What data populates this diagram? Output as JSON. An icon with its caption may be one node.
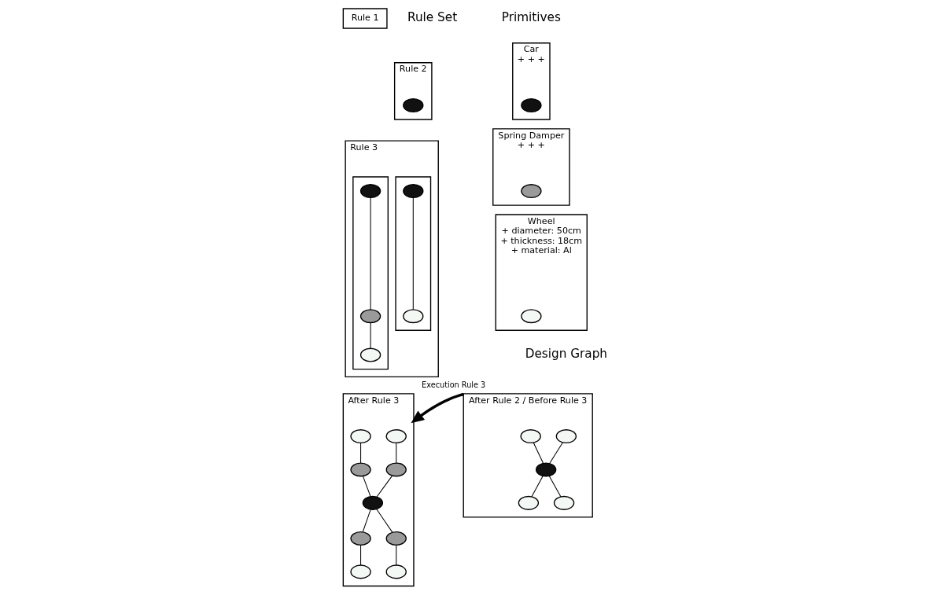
{
  "diagram": {
    "nodes": [
      {
        "text": [
          "Car",
          "+ + +"
        ]
      },
      {
        "text": [],
        "shape": "circle",
        "in": 0
      },
      {
        "text": [
          "Spring Damper",
          "+ + +"
        ]
      },
      {
        "text": [],
        "shape": "circle",
        "in": 2
      },
      {
        "text": [
          "Wheel",
          "+ diameter: 50cm",
          "+ thickness: 18cm",
          "+ material: Al"
        ]
      },
      {
        "text": [],
        "shape": "circle",
        "in": 4
      },
      {
        "text": [
          "Rule 1"
        ]
      },
      {
        "text": [
          "Rule 2"
        ]
      },
      {
        "text": [],
        "shape": "circle",
        "in": 7
      },
      {
        "text": [
          "Rule 3"
        ]
      },
      {
        "text": [],
        "shape": "box",
        "in": 9
      },
      {
        "text": [],
        "shape": "circle",
        "in": 10
      },
      {
        "text": [],
        "shape": "circle",
        "in": 10
      },
      {
        "text": [],
        "shape": "box",
        "in": 9
      },
      {
        "text": [],
        "shape": "circle",
        "in": 13
      },
      {
        "text": [],
        "shape": "circle",
        "in": 13
      },
      {
        "text": [],
        "shape": "circle",
        "in": 13
      },
      {
        "text": [
          "After Rule 2 / Before Rule 3"
        ]
      },
      {
        "text": [],
        "shape": "circle",
        "in": 17
      },
      {
        "text": [],
        "shape": "circle",
        "in": 17
      },
      {
        "text": [],
        "shape": "circle",
        "in": 17
      },
      {
        "text": [],
        "shape": "circle",
        "in": 17
      },
      {
        "text": [],
        "shape": "circle",
        "in": 17
      },
      {
        "text": [
          "After Rule 3"
        ]
      },
      {
        "text": [],
        "shape": "circle",
        "in": 23
      },
      {
        "text": [],
        "shape": "circle",
        "in": 23
      },
      {
        "text": [],
        "shape": "circle",
        "in": 23
      },
      {
        "text": [],
        "shape": "circle",
        "in": 23
      },
      {
        "text": [],
        "shape": "circle",
        "in": 23
      },
      {
        "text": [],
        "shape": "circle",
        "in": 23
      },
      {
        "text": [],
        "shape": "circle",
        "in": 23
      },
      {
        "text": [],
        "shape": "circle",
        "in": 23
      },
      {
        "text": [],
        "shape": "circle",
        "in": 23
      }
    ],
    "edges": [
      {
        "from": 11,
        "to": 12,
        "arrow": "none"
      },
      {
        "from": 14,
        "to": 15,
        "arrow": "none"
      },
      {
        "from": 15,
        "to": 16,
        "arrow": "none"
      },
      {
        "from": 18,
        "to": 20,
        "arrow": "none"
      },
      {
        "from": 19,
        "to": 20,
        "arrow": "none"
      },
      {
        "from": 20,
        "to": 21,
        "arrow": "none"
      },
      {
        "from": 20,
        "to": 22,
        "arrow": "none"
      },
      {
        "from": 24,
        "to": 26,
        "arrow": "none"
      },
      {
        "from": 25,
        "to": 27,
        "arrow": "none"
      },
      {
        "from": 26,
        "to": 28,
        "arrow": "none"
      },
      {
        "from": 27,
        "to": 28,
        "arrow": "none"
      },
      {
        "from": 28,
        "to": 29,
        "arrow": "none"
      },
      {
        "from": 28,
        "to": 30,
        "arrow": "none"
      },
      {
        "from": 29,
        "to": 31,
        "arrow": "none"
      },
      {
        "from": 30,
        "to": 32,
        "arrow": "none"
      },
      {
        "from": 17,
        "to": 23,
        "arrow": "to",
        "label": "Execution Rule 3",
        "style": "thick"
      }
    ],
    "labels": [
      "Primitives",
      "Rule Set",
      "Design Graph"
    ]
  }
}
